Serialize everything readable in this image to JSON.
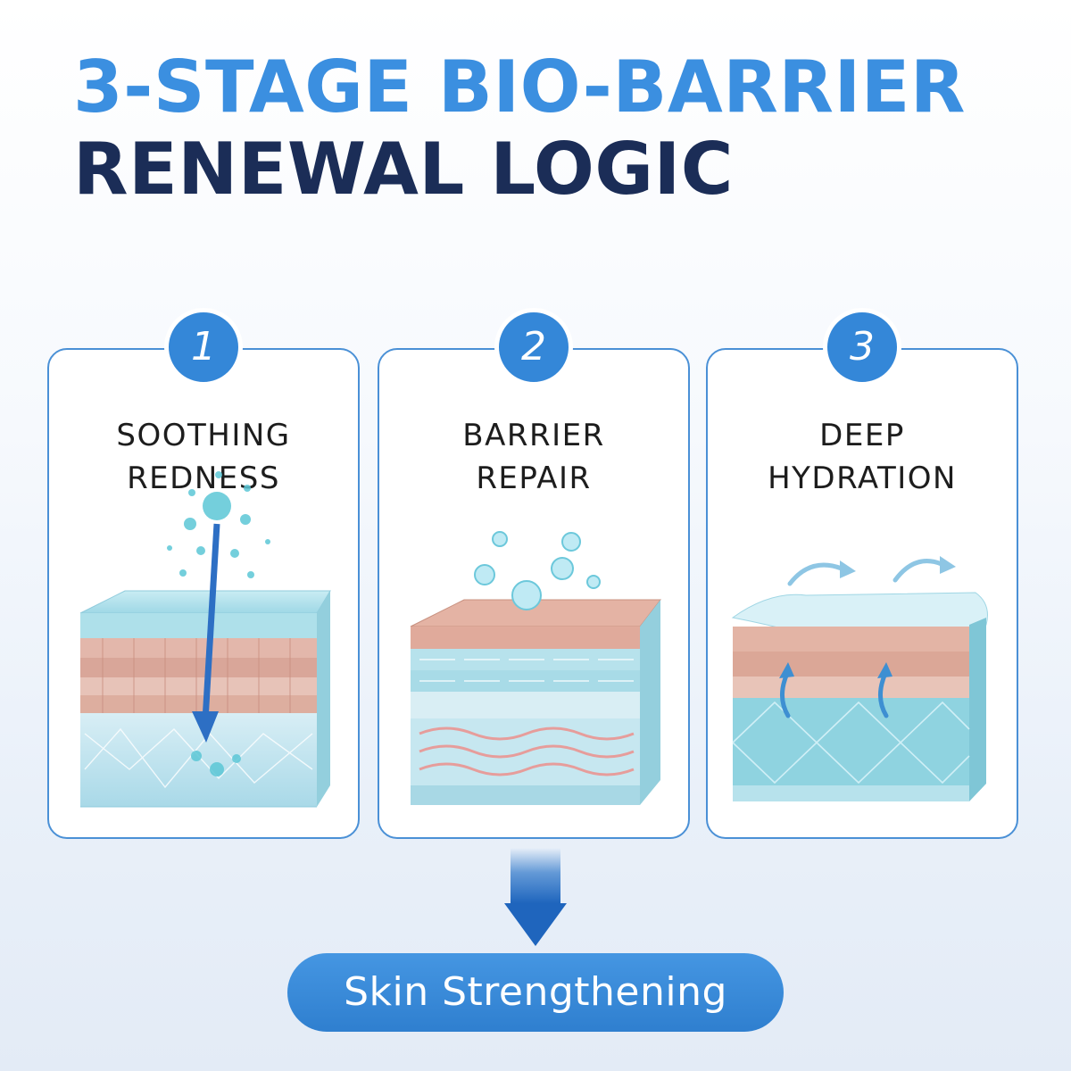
{
  "headline": {
    "line1": "3-STAGE BIO-BARRIER",
    "line2": "RENEWAL LOGIC"
  },
  "stages": [
    {
      "number": "1",
      "title_line1": "SOOTHING",
      "title_line2": "REDNESS",
      "illustration": "skin-cross-section-soothing-icon"
    },
    {
      "number": "2",
      "title_line1": "BARRIER",
      "title_line2": "REPAIR",
      "illustration": "skin-cross-section-barrier-icon"
    },
    {
      "number": "3",
      "title_line1": "DEEP",
      "title_line2": "HYDRATION",
      "illustration": "skin-cross-section-hydration-icon"
    }
  ],
  "result": {
    "label": "Skin Strengthening"
  },
  "colors": {
    "accent_blue": "#3b8fe0",
    "navy": "#1b2d57",
    "badge_blue": "#3487d8",
    "card_border": "#4a90d6"
  }
}
